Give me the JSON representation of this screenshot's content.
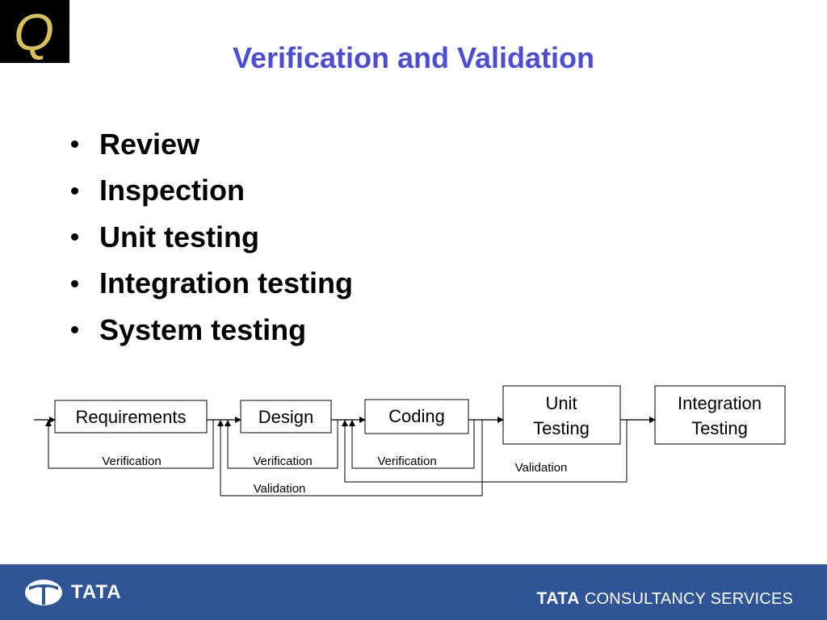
{
  "logo": {
    "letter": "Q",
    "icon": "q-letter-logo"
  },
  "title": "Verification and Validation",
  "bullets": [
    "Review",
    "Inspection",
    "Unit testing",
    "Integration testing",
    "System testing"
  ],
  "diagram": {
    "stages": [
      {
        "line1": "Requirements",
        "line2": ""
      },
      {
        "line1": "Design",
        "line2": ""
      },
      {
        "line1": "Coding",
        "line2": ""
      },
      {
        "line1": "Unit",
        "line2": "Testing"
      },
      {
        "line1": "Integration",
        "line2": "Testing"
      }
    ],
    "loop_labels": {
      "requirements_verification": "Verification",
      "design_verification": "Verification",
      "coding_verification": "Verification",
      "unit_validation": "Validation",
      "coding_validation": "Validation"
    }
  },
  "footer": {
    "left_brand": "TATA",
    "right_brand": "TATA",
    "right_suffix": "CONSULTANCY SERVICES",
    "left_icon": "tata-emblem-icon",
    "background": "#2f5597"
  },
  "colors": {
    "title": "#4c4cd6",
    "logo_gold": "#d8c05a",
    "footer": "#2f5597"
  }
}
